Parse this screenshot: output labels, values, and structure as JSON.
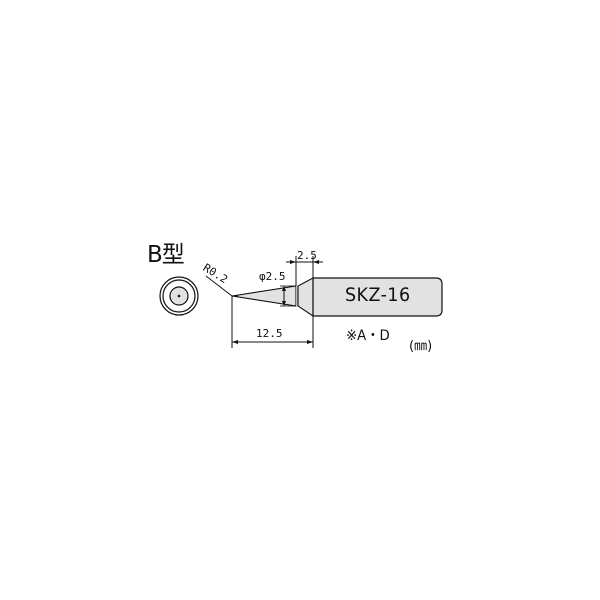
{
  "drawing": {
    "type_label": "B型",
    "model": "SKZ-16",
    "note": "※A・D",
    "unit": "(㎜)",
    "dimensions": {
      "tip_radius": "R0.2",
      "shank_diameter": "φ2.5",
      "taper_step": "2.5",
      "exposed_length": "12.5"
    },
    "colors": {
      "line": "#111111",
      "fill": "#e2e2e2",
      "background": "#ffffff"
    }
  }
}
